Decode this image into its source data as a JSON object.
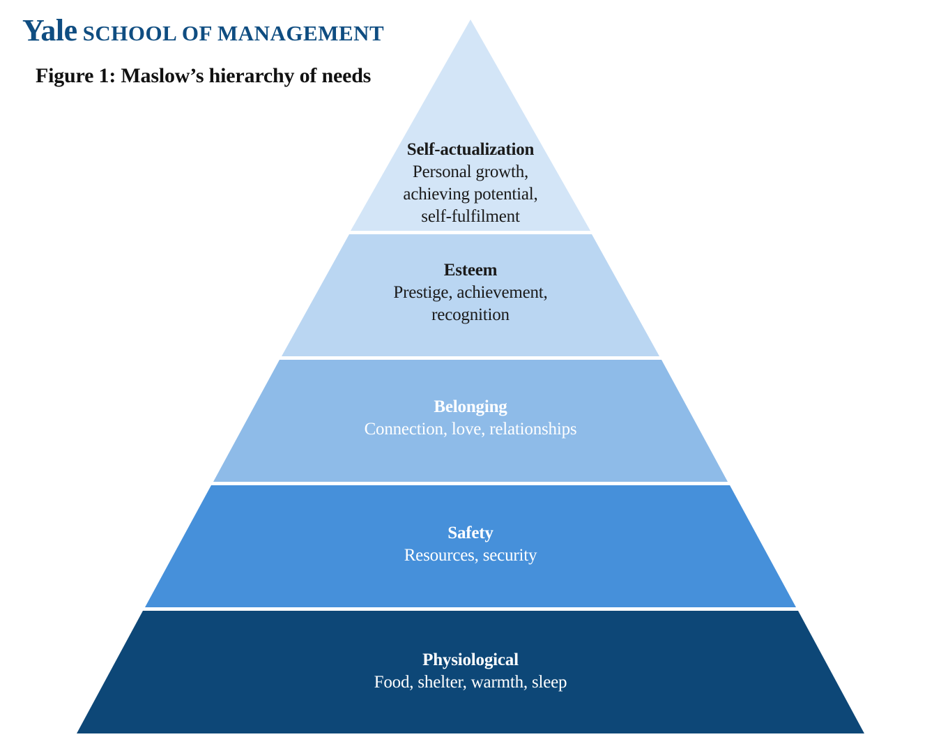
{
  "header": {
    "logo_yale": "Yale",
    "logo_school": "SCHOOL OF MANAGEMENT",
    "figure_title": "Figure 1: Maslow’s hierarchy of needs"
  },
  "pyramid": {
    "tiers": [
      {
        "name": "Self-actualization",
        "description": "Personal growth, achieving potential, self-fulfilment",
        "color": "#d3e5f7"
      },
      {
        "name": "Esteem",
        "description": "Prestige, achievement, recognition",
        "color": "#bad6f2"
      },
      {
        "name": "Belonging",
        "description": "Connection, love, relationships",
        "color": "#8ebbe8"
      },
      {
        "name": "Safety",
        "description": "Resources, security",
        "color": "#4690da"
      },
      {
        "name": "Physiological",
        "description": "Food, shelter, warmth, sleep",
        "color": "#0d4777"
      }
    ]
  }
}
